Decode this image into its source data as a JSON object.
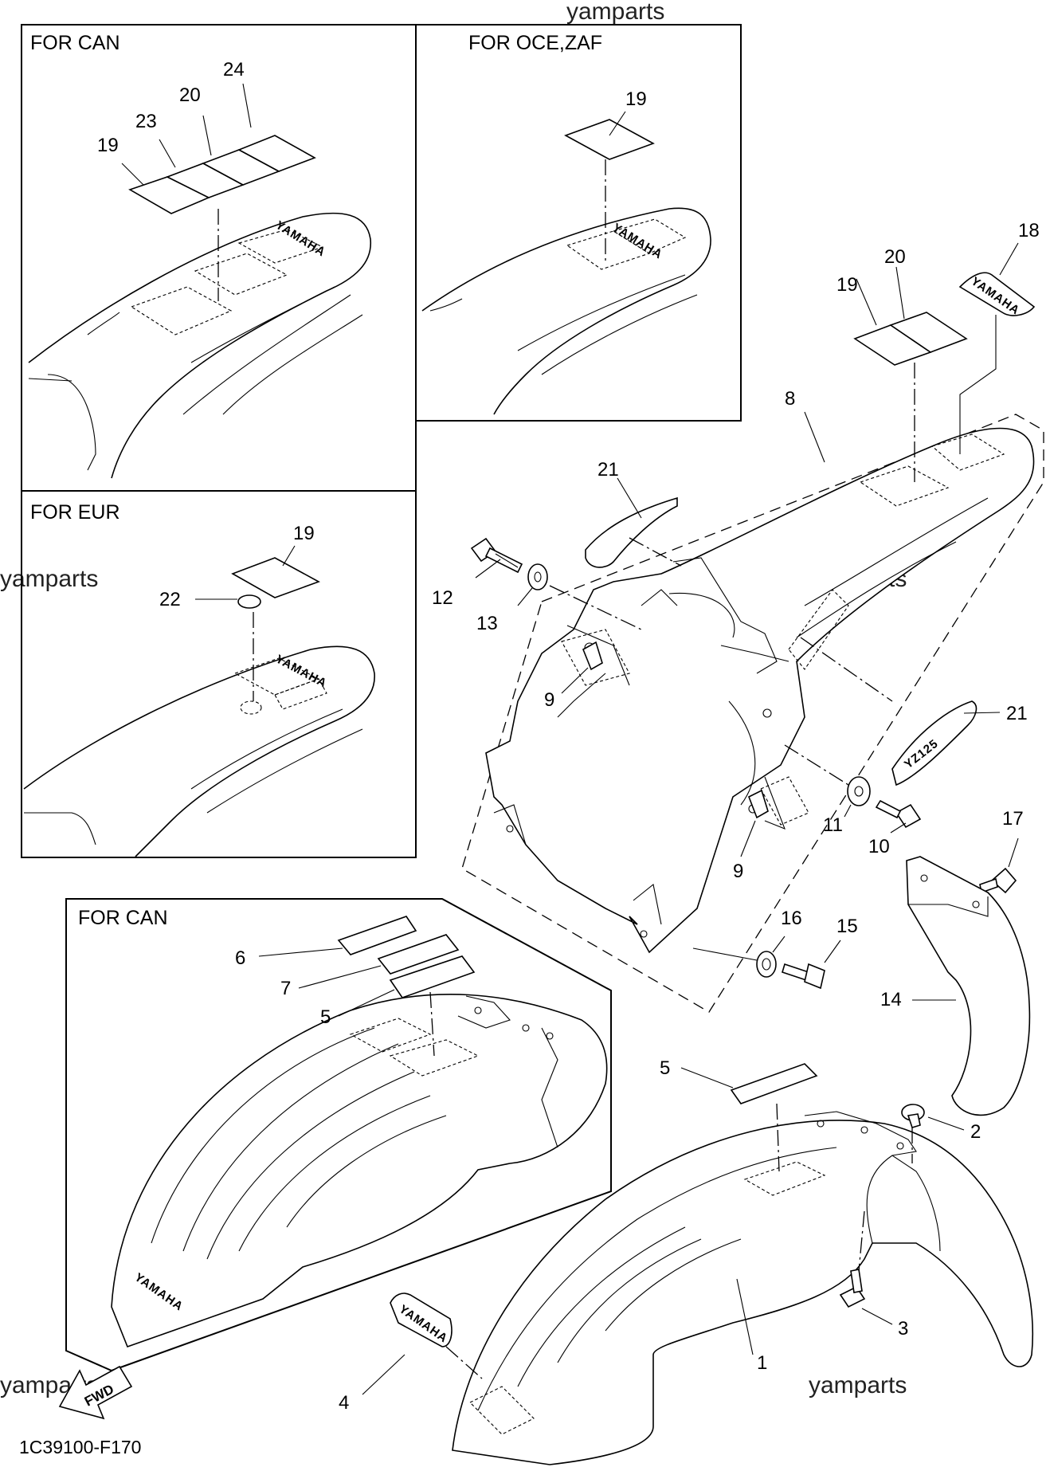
{
  "watermark": "yamparts",
  "diagram_code": "1C39100-F170",
  "logo_text": "YAMAHA",
  "fwd_label": "FWD",
  "inset_labels": {
    "can_seat": "FOR CAN",
    "oce_zaf": "FOR OCE,ZAF",
    "eur": "FOR EUR",
    "can_fender": "FOR CAN"
  },
  "callouts": {
    "p1": "1",
    "p2": "2",
    "p3": "3",
    "p4": "4",
    "p5": "5",
    "p6": "6",
    "p7": "7",
    "p8": "8",
    "p9": "9",
    "p10": "10",
    "p11": "11",
    "p12": "12",
    "p13": "13",
    "p14": "14",
    "p15": "15",
    "p16": "16",
    "p17": "17",
    "p18": "18",
    "p19": "19",
    "p20": "20",
    "p21": "21",
    "p22": "22",
    "p23": "23",
    "p24": "24"
  }
}
